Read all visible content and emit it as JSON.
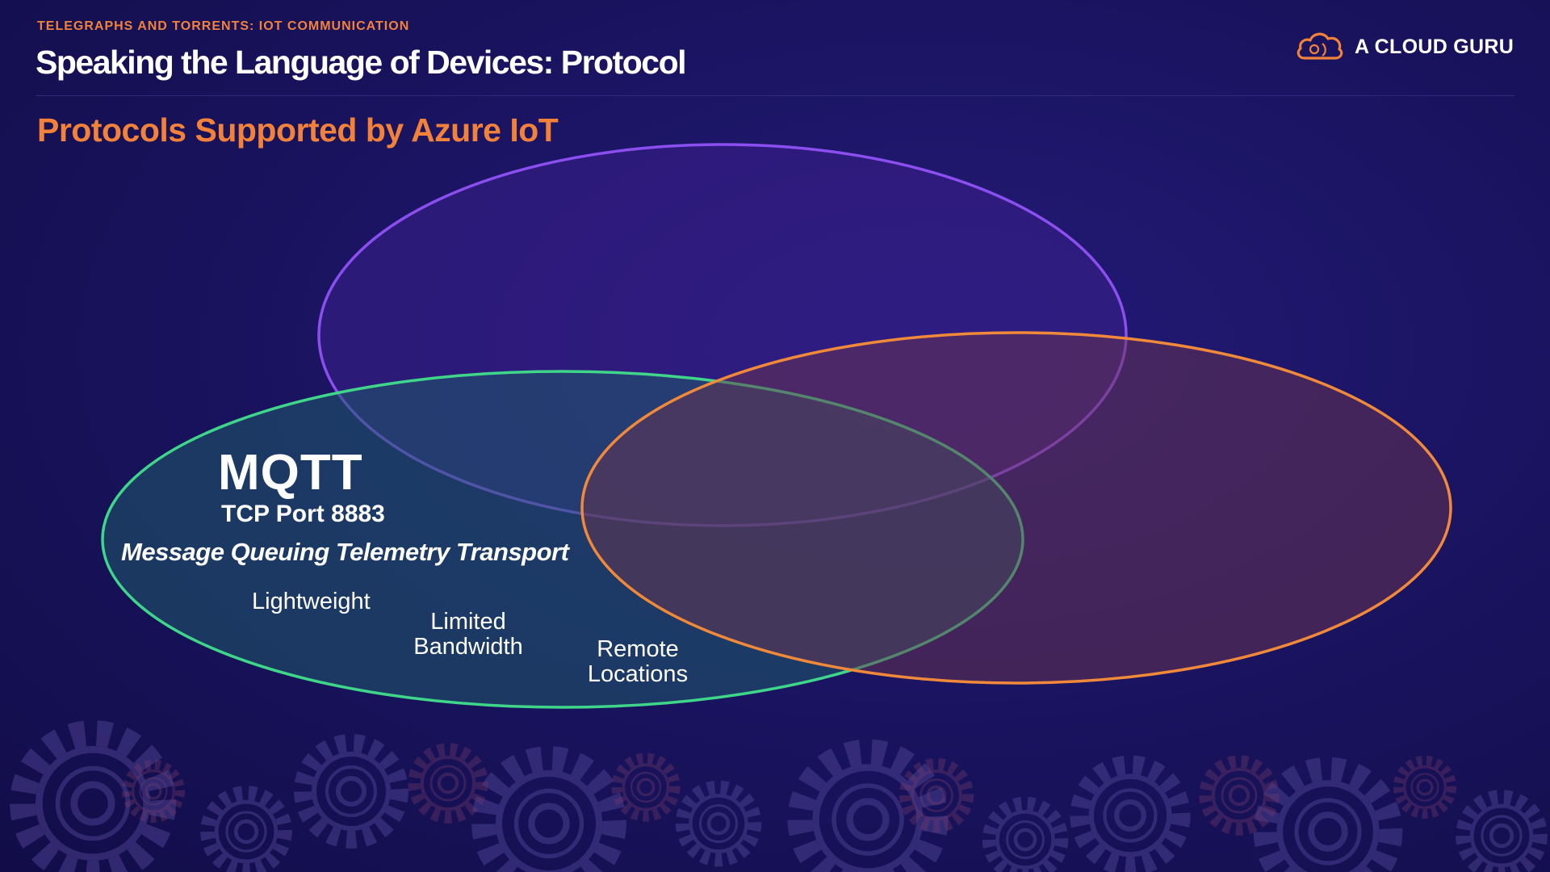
{
  "header": {
    "eyebrow": "TELEGRAPHS AND TORRENTS: IOT COMMUNICATION",
    "title": "Speaking the Language of Devices: Protocol",
    "brand": "A CLOUD GURU"
  },
  "subtitle": "Protocols Supported by Azure IoT",
  "protocol": {
    "name": "MQTT",
    "port": "TCP Port 8883",
    "full_name": "Message Queuing Telemetry Transport",
    "traits": [
      "Lightweight",
      "Limited\nBandwidth",
      "Remote\nLocations"
    ]
  },
  "colors": {
    "accent": "#f2813a",
    "purple": "#8b4ff0",
    "green": "#3fd68a",
    "orange": "#f08a3a",
    "background": "#1a1462"
  },
  "icons": [
    "cloud-icon",
    "gear-icon"
  ]
}
